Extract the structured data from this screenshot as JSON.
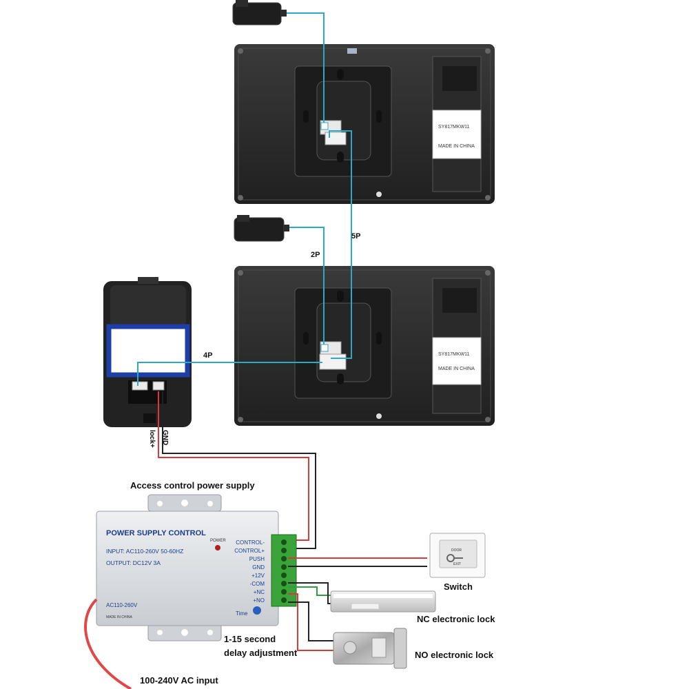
{
  "labels": {
    "cable_5p": "5P",
    "cable_2p": "2P",
    "cable_4p": "4P",
    "gnd": "GND",
    "lock_plus": "lock+",
    "access_control_title": "Access control power supply",
    "switch": "Switch",
    "nc_lock": "NC electronic lock",
    "no_lock": "NO electronic lock",
    "delay_line1": "1-15 second",
    "delay_line2": "delay adjustment",
    "ac_input": "100-240V AC input"
  },
  "monitors": [
    {
      "model": "SY817MKW11",
      "made_in": "MADE  IN  CHINA"
    },
    {
      "model": "SY817MKW11",
      "made_in": "MADE  IN  CHINA"
    }
  ],
  "power_supply": {
    "title": "POWER SUPPLY CONTROL",
    "input": "INPUT: AC110-260V 50-60HZ",
    "output": "OUTPUT:  DC12V  3A",
    "power_led": "POWER",
    "ac_range": "AC110-260V",
    "made_in": "MADE IN CHINA",
    "time": "Time",
    "terminals": [
      "CONTROL-",
      "CONTROL+",
      "PUSH",
      "GND",
      "+12V",
      "-COM",
      "+NC",
      "+NO"
    ]
  },
  "exit_button": {
    "top": "DOOR",
    "bottom": "EXIT"
  },
  "colors": {
    "data_cable": "#2aa9c9",
    "red_wire": "#d63a3a",
    "black_wire": "#222222",
    "green_wire": "#2e9e3e"
  }
}
